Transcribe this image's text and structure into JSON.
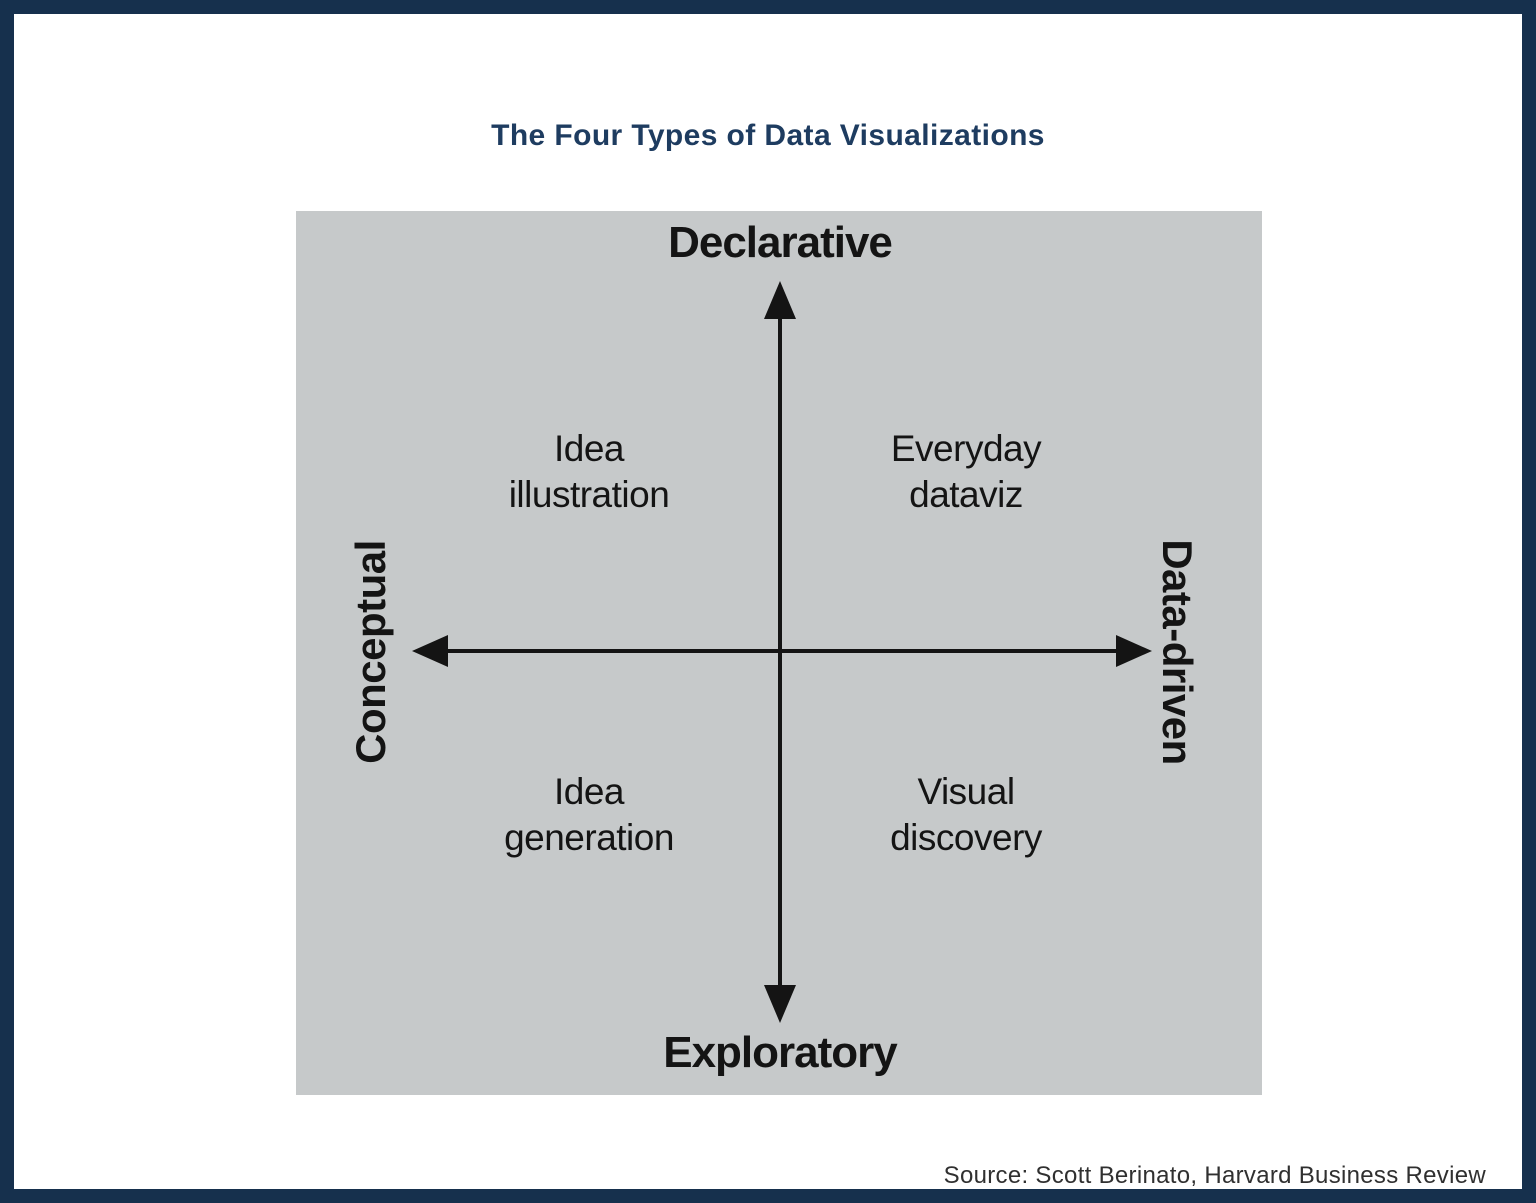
{
  "page": {
    "title": "The Four Types of Data Visualizations",
    "source": "Source: Scott Berinato, Harvard Business Review"
  },
  "matrix": {
    "axis_top": "Declarative",
    "axis_bottom": "Exploratory",
    "axis_left": "Conceptual",
    "axis_right": "Data-driven",
    "quadrants": {
      "top_left": {
        "line1": "Idea",
        "line2": "illustration"
      },
      "top_right": {
        "line1": "Everyday",
        "line2": "dataviz"
      },
      "bottom_left": {
        "line1": "Idea",
        "line2": "generation"
      },
      "bottom_right": {
        "line1": "Visual",
        "line2": "discovery"
      }
    }
  },
  "colors": {
    "border_navy": "#16304d",
    "title_navy": "#1e3c60",
    "panel_gray": "#c6c9ca",
    "diagram_black": "#141414",
    "source_text": "#303030"
  }
}
